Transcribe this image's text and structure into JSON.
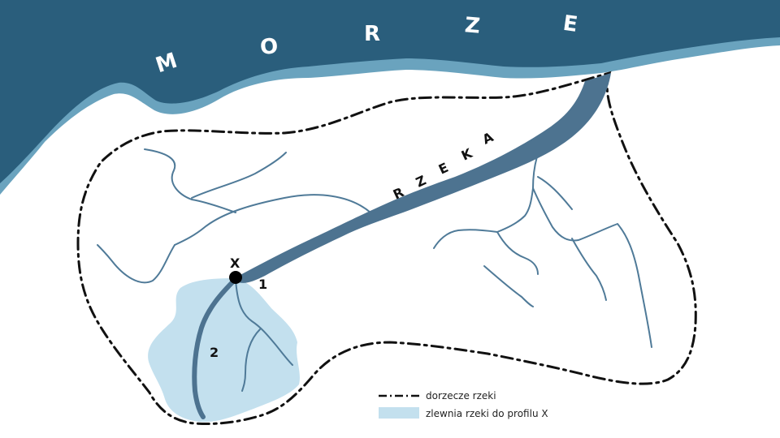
{
  "colors": {
    "sea_dark": "#2a5e7c",
    "sea_light": "#6aa3be",
    "river": "#4d7390",
    "tributary": "#4f7a98",
    "catchment": "#c3e0ee",
    "boundary": "#111111",
    "point": "#000000",
    "background": "#ffffff"
  },
  "sea": {
    "letters": [
      "M",
      "O",
      "R",
      "Z",
      "E"
    ]
  },
  "river": {
    "letters": [
      "R",
      "Z",
      "E",
      "K",
      "A"
    ]
  },
  "labels": {
    "point": "X",
    "area_1": "1",
    "area_2": "2"
  },
  "legend": {
    "basin_label": "dorzecze rzeki",
    "catchment_label": "zlewnia rzeki do profilu X"
  }
}
